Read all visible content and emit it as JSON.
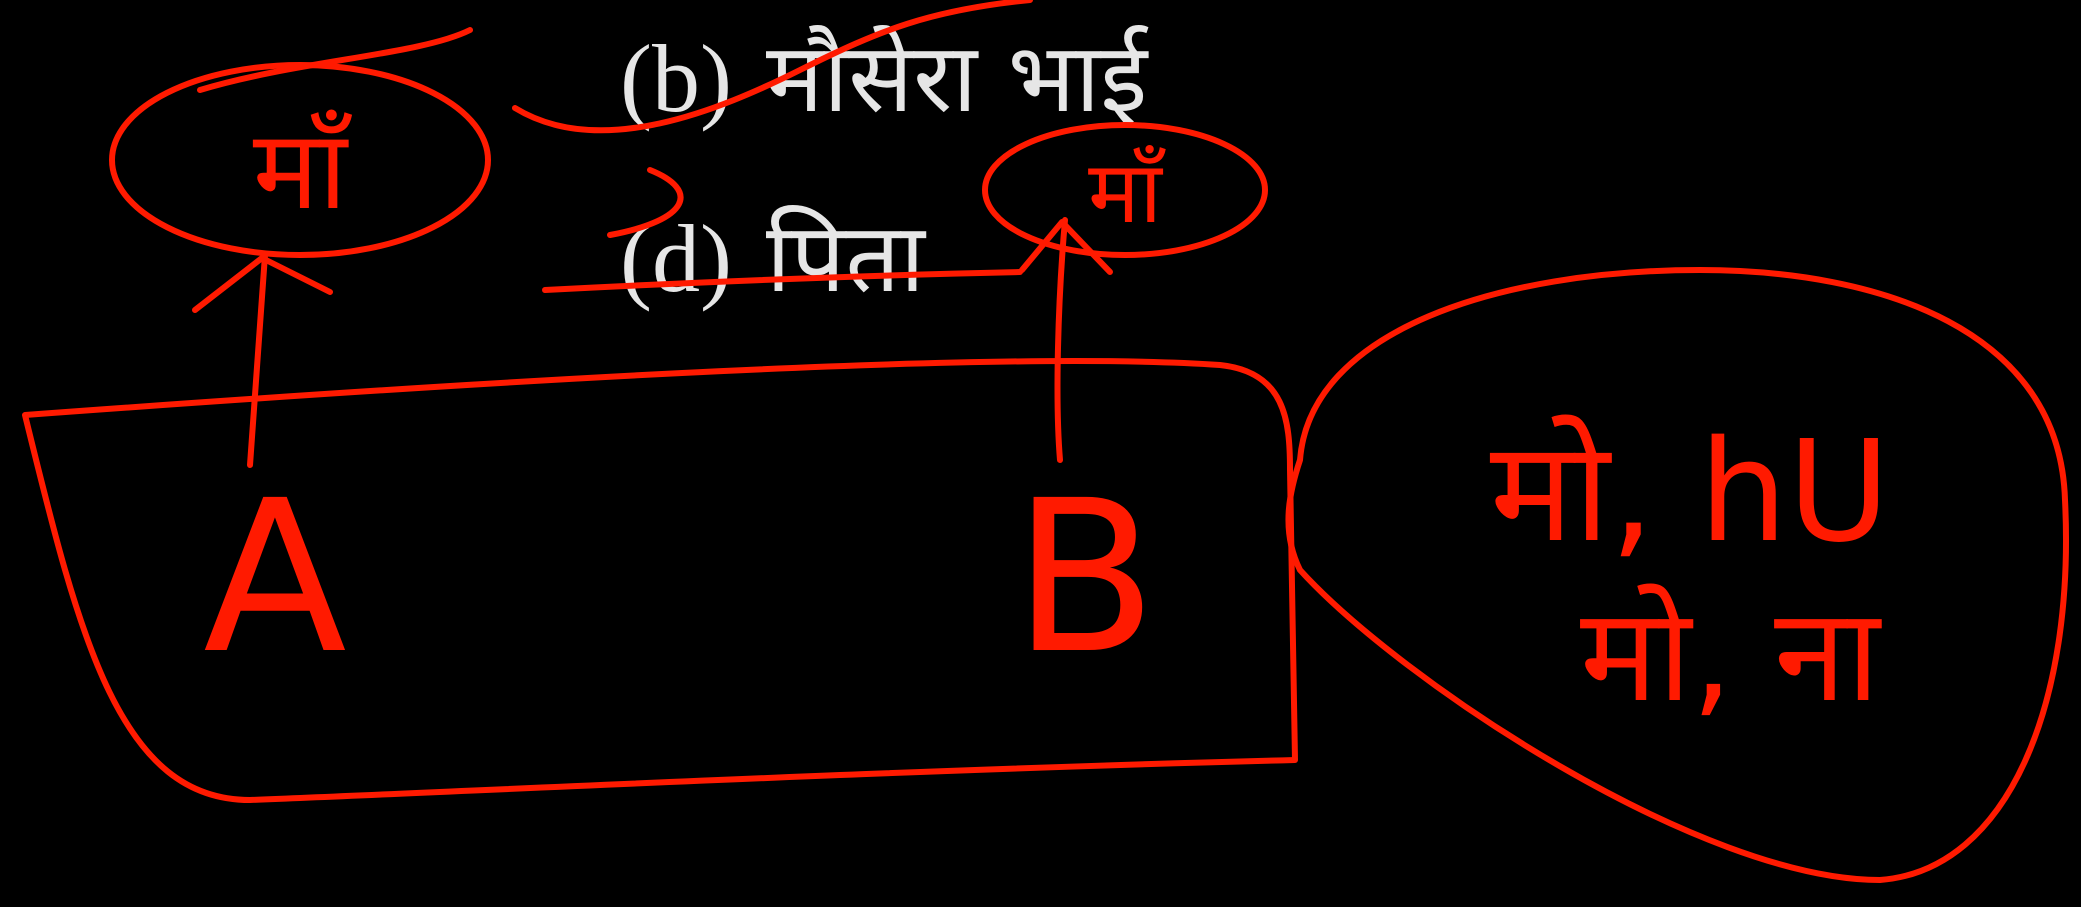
{
  "options": {
    "b": {
      "letter": "(b)",
      "text": "मौसेरा भाई"
    },
    "d": {
      "letter": "(d)",
      "text": "पिता"
    }
  },
  "annotations": {
    "left_circle_label": "माँ",
    "right_circle_label": "माँ",
    "person_a": "A",
    "person_b": "B",
    "big_circle_line1": "मो, hU",
    "big_circle_line2": "मो, ना"
  },
  "colors": {
    "background": "#000000",
    "printed_text": "#e6e6e6",
    "ink": "#ff1a00"
  }
}
